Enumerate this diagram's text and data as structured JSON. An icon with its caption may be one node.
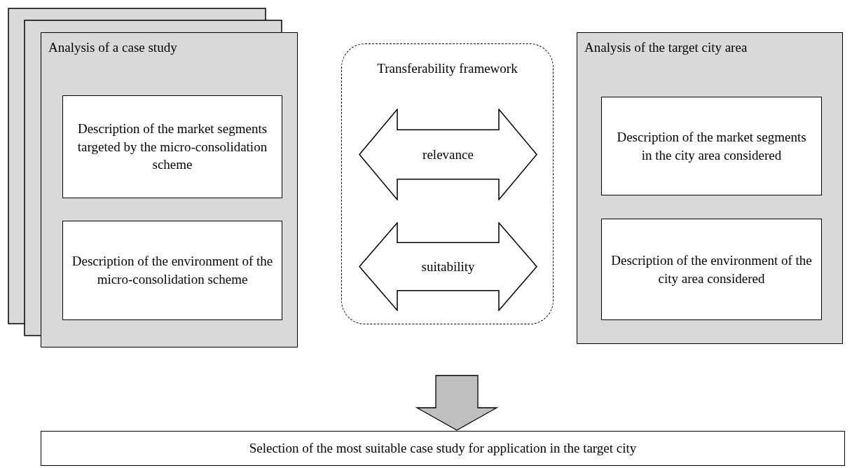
{
  "diagram": {
    "nodes": [
      {
        "text": [
          "Analysis of a case study"
        ]
      },
      {
        "text": [
          "Description of the market segments targeted by the micro-consolidation scheme"
        ],
        "in": 0
      },
      {
        "text": [
          "Description of the environment of the micro-consolidation scheme"
        ],
        "in": 0
      },
      {
        "text": [
          "Transferability framework"
        ]
      },
      {
        "text": [
          "relevance"
        ],
        "in": 3
      },
      {
        "text": [
          "suitability"
        ],
        "in": 3
      },
      {
        "text": [
          "Analysis of the target city area"
        ]
      },
      {
        "text": [
          "Description of the market segments in the city area considered"
        ],
        "in": 6
      },
      {
        "text": [
          "Description of the environment of the city area considered"
        ],
        "in": 6
      },
      {
        "text": [
          "Selection of the most suitable case study for application in the target city"
        ]
      }
    ],
    "edges": [
      {
        "from": 3,
        "to": 9,
        "arrow": "to"
      }
    ]
  }
}
